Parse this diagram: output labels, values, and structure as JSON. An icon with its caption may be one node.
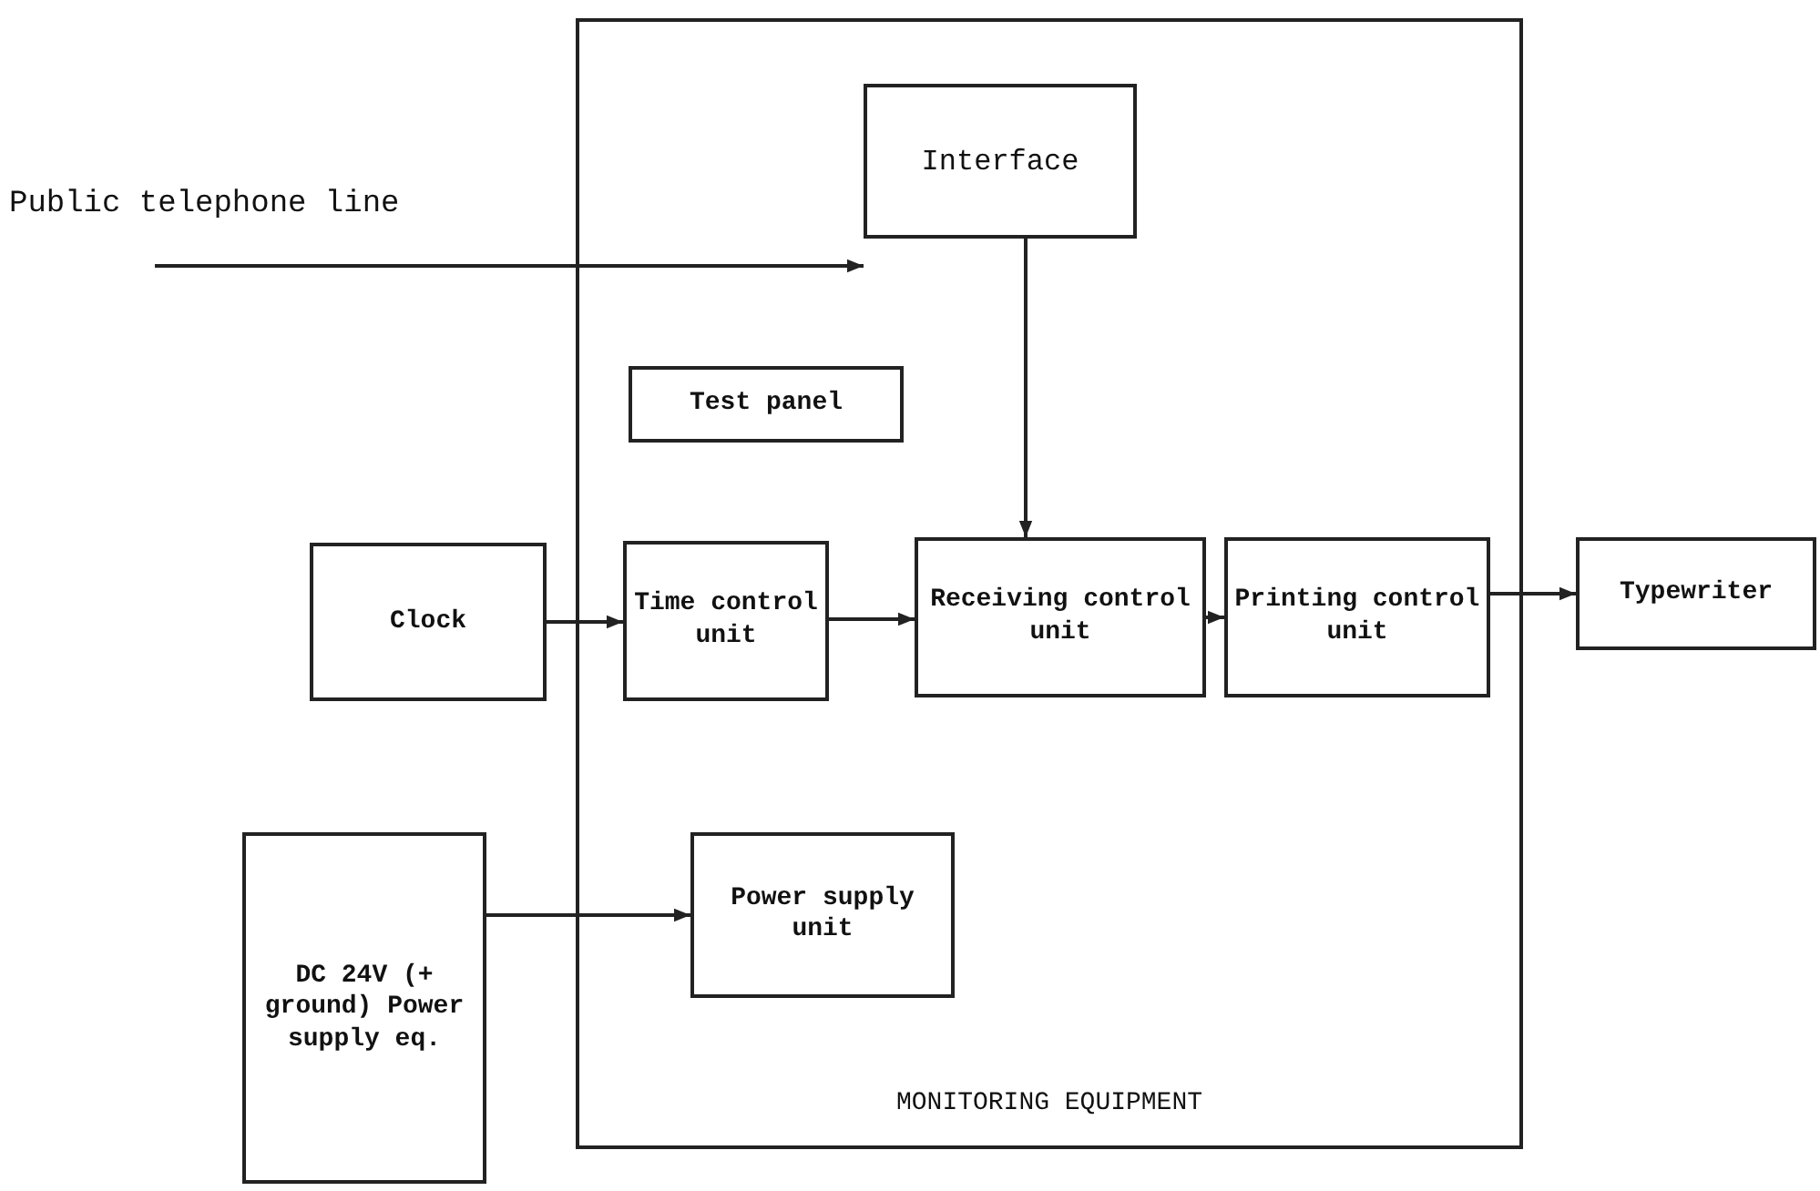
{
  "diagram": {
    "nodes": [
      {
        "text": [
          "MONITORING EQUIPMENT"
        ]
      },
      {
        "text": [
          "Interface"
        ],
        "in": 0
      },
      {
        "text": [
          "Test panel"
        ],
        "in": 0
      },
      {
        "text": [
          "Clock"
        ]
      },
      {
        "text": [
          "Time control unit"
        ],
        "in": 0
      },
      {
        "text": [
          "Receiving control unit"
        ],
        "in": 0
      },
      {
        "text": [
          "Printing control unit"
        ],
        "in": 0
      },
      {
        "text": [
          "Typewriter"
        ]
      },
      {
        "text": [
          "DC 24V (+ ground) Power supply eq."
        ]
      },
      {
        "text": [
          "Power supply unit"
        ],
        "in": 0
      }
    ],
    "edges": [
      {
        "from": null,
        "to": 1,
        "arrow": "to",
        "label": "Public telephone line"
      },
      {
        "from": 1,
        "to": 5,
        "arrow": "to"
      },
      {
        "from": 3,
        "to": 4,
        "arrow": "to"
      },
      {
        "from": 4,
        "to": 5,
        "arrow": "to"
      },
      {
        "from": 5,
        "to": 6,
        "arrow": "to"
      },
      {
        "from": 6,
        "to": 7,
        "arrow": "to"
      },
      {
        "from": 8,
        "to": 9,
        "arrow": "to"
      }
    ]
  }
}
